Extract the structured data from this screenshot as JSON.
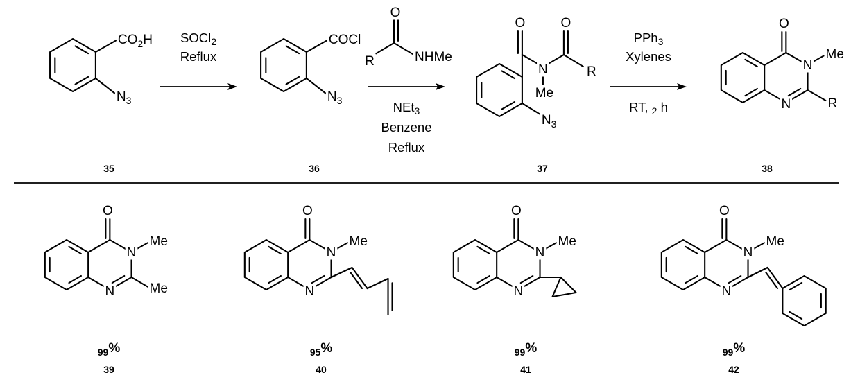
{
  "compounds": {
    "c35": {
      "number": "35",
      "subst_top": "CO2H",
      "subst_bottom": "N3"
    },
    "c36": {
      "number": "36",
      "subst_top": "COCl",
      "subst_bottom": "N3"
    },
    "c37": {
      "number": "37",
      "o1": "O",
      "o2": "O",
      "n": "N",
      "me": "Me",
      "r": "R",
      "n3": "N3"
    },
    "c38": {
      "number": "38",
      "o": "O",
      "n3": "N",
      "n1": "N",
      "me": "Me",
      "r": "R"
    }
  },
  "reagent_amide": {
    "o": "O",
    "r": "R",
    "nhme": "NHMe"
  },
  "arrows": {
    "a1": {
      "above": [
        "SOCl2",
        "Reflux"
      ],
      "below": []
    },
    "a2": {
      "above": [],
      "below": [
        "NEt3",
        "Benzene",
        "Reflux"
      ]
    },
    "a3": {
      "above": [
        "PPh3",
        "Xylenes"
      ],
      "below": [
        "RT, 2 h"
      ]
    }
  },
  "products": [
    {
      "number": "39",
      "yield": "99%",
      "o": "O",
      "n3": "N",
      "n1": "N",
      "me": "Me",
      "r": "Me"
    },
    {
      "number": "40",
      "yield": "95%",
      "o": "O",
      "n3": "N",
      "n1": "N",
      "me": "Me"
    },
    {
      "number": "41",
      "yield": "99%",
      "o": "O",
      "n3": "N",
      "n1": "N",
      "me": "Me"
    },
    {
      "number": "42",
      "yield": "99%",
      "o": "O",
      "n3": "N",
      "n1": "N",
      "me": "Me"
    }
  ]
}
